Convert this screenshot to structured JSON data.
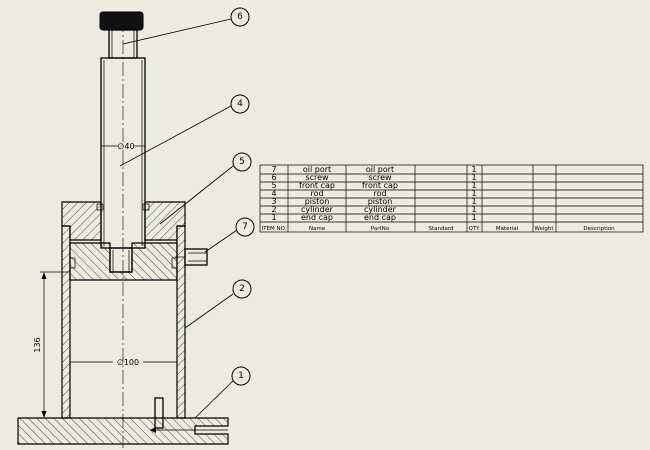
{
  "balloons": [
    {
      "id": "balloon-6",
      "label": "6"
    },
    {
      "id": "balloon-4",
      "label": "4"
    },
    {
      "id": "balloon-5",
      "label": "5"
    },
    {
      "id": "balloon-7",
      "label": "7"
    },
    {
      "id": "balloon-2",
      "label": "2"
    },
    {
      "id": "balloon-1",
      "label": "1"
    }
  ],
  "dimensions": {
    "rod_diameter": "∅40",
    "bore_diameter": "∅100",
    "stroke_length": "136"
  },
  "bom": {
    "headers": [
      "ITEM NO.",
      "Name",
      "PartNo",
      "Standard",
      "QTY",
      "Material",
      "Weight",
      "Description"
    ],
    "rows": [
      {
        "item": "7",
        "name": "oil port",
        "part": "oil port",
        "standard": "",
        "qty": "1",
        "material": "",
        "weight": "",
        "description": ""
      },
      {
        "item": "6",
        "name": "screw",
        "part": "screw",
        "standard": "",
        "qty": "1",
        "material": "",
        "weight": "",
        "description": ""
      },
      {
        "item": "5",
        "name": "front cap",
        "part": "front cap",
        "standard": "",
        "qty": "1",
        "material": "",
        "weight": "",
        "description": ""
      },
      {
        "item": "4",
        "name": "rod",
        "part": "rod",
        "standard": "",
        "qty": "1",
        "material": "",
        "weight": "",
        "description": ""
      },
      {
        "item": "3",
        "name": "piston",
        "part": "piston",
        "standard": "",
        "qty": "1",
        "material": "",
        "weight": "",
        "description": ""
      },
      {
        "item": "2",
        "name": "cylinder",
        "part": "cylinder",
        "standard": "",
        "qty": "1",
        "material": "",
        "weight": "",
        "description": ""
      },
      {
        "item": "1",
        "name": "end cap",
        "part": "end cap",
        "standard": "",
        "qty": "1",
        "material": "",
        "weight": "",
        "description": ""
      }
    ]
  }
}
